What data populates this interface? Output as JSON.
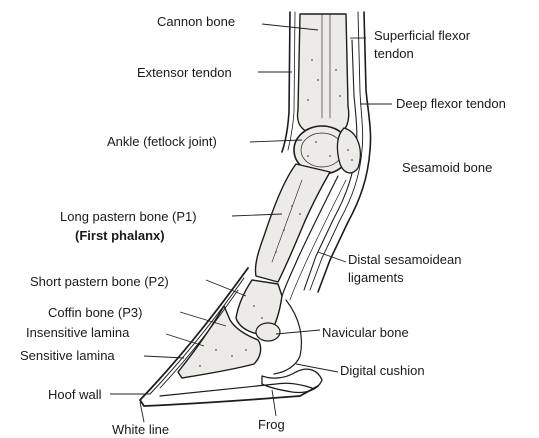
{
  "labels": {
    "cannon_bone": "Cannon bone",
    "superficial_flexor_1": "Superficial flexor",
    "superficial_flexor_2": "tendon",
    "extensor_tendon": "Extensor tendon",
    "deep_flexor_tendon": "Deep flexor tendon",
    "ankle": "Ankle (fetlock joint)",
    "sesamoid_bone": "Sesamoid bone",
    "long_pastern_1": "Long pastern bone (P1)",
    "long_pastern_2": "(First phalanx)",
    "distal_sesamoidean_1": "Distal sesamoidean",
    "distal_sesamoidean_2": "ligaments",
    "short_pastern": "Short pastern bone (P2)",
    "coffin_bone": "Coffin bone (P3)",
    "insensitive_lamina": "Insensitive lamina",
    "navicular_bone": "Navicular bone",
    "sensitive_lamina": "Sensitive lamina",
    "digital_cushion": "Digital cushion",
    "hoof_wall": "Hoof wall",
    "white_line": "White line",
    "frog": "Frog"
  }
}
